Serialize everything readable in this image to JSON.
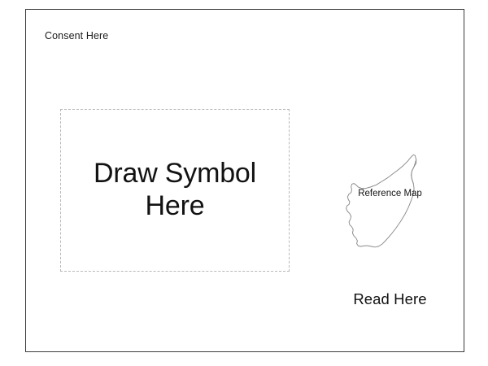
{
  "card": {
    "consent_label": "Consent Here",
    "border_color": "#3a3a3a",
    "background_color": "#ffffff"
  },
  "draw_area": {
    "prompt": "Draw Symbol\nHere",
    "border_style": "dashed",
    "border_color": "#b8b8b8"
  },
  "reference": {
    "map_label": "Reference Map",
    "read_caption": "Read Here",
    "outline_color": "#8a8a8a",
    "fill_color": "#ffffff",
    "icon_name": "map-outline-icon"
  }
}
